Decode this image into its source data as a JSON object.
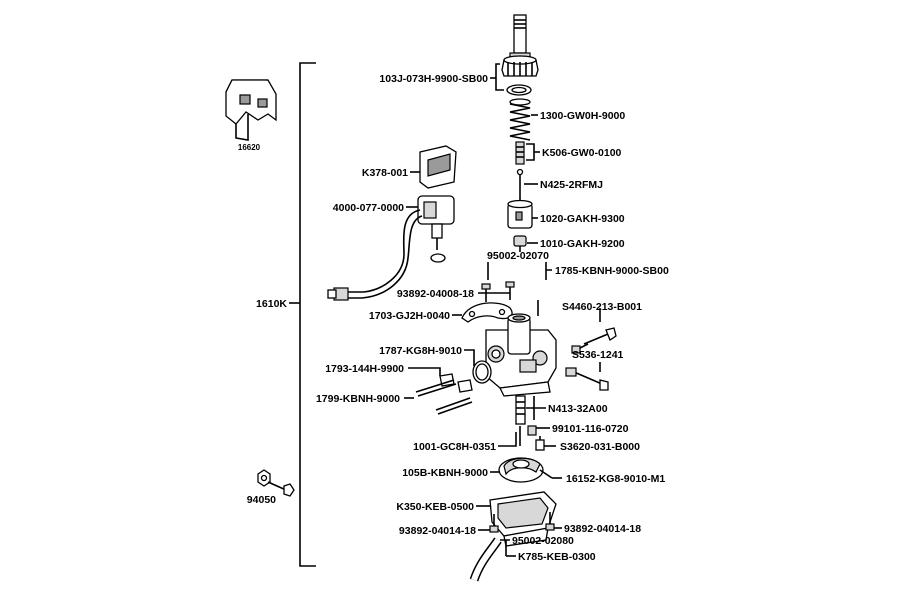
{
  "parts": {
    "p16620": "16620",
    "p94050": "94050",
    "p1610K": "1610K",
    "p103J": "103J-073H-9900-SB00",
    "p1300": "1300-GW0H-9000",
    "pK506": "K506-GW0-0100",
    "pN425": "N425-2RFMJ",
    "p1020": "1020-GAKH-9300",
    "p1010": "1010-GAKH-9200",
    "p95002a": "95002-02070",
    "p1785": "1785-KBNH-9000-SB00",
    "pK378": "K378-001",
    "p4000": "4000-077-0000",
    "p93892a": "93892-04008-18",
    "p1703": "1703-GJ2H-0040",
    "pS4460": "S4460-213-B001",
    "p1787": "1787-KG8H-9010",
    "pS536": "S536-1241",
    "p1793": "1793-144H-9900",
    "p1799": "1799-KBNH-9000",
    "pN413": "N413-32A00",
    "p99101": "99101-116-0720",
    "p1001": "1001-GC8H-0351",
    "pS3620": "S3620-031-B000",
    "p105B": "105B-KBNH-9000",
    "p16152": "16152-KG8-9010-M1",
    "pK350": "K350-KEB-0500",
    "p93892b": "93892-04014-18",
    "p93892c": "93892-04014-18",
    "p95002b": "95002-02080",
    "pK785": "K785-KEB-0300"
  }
}
